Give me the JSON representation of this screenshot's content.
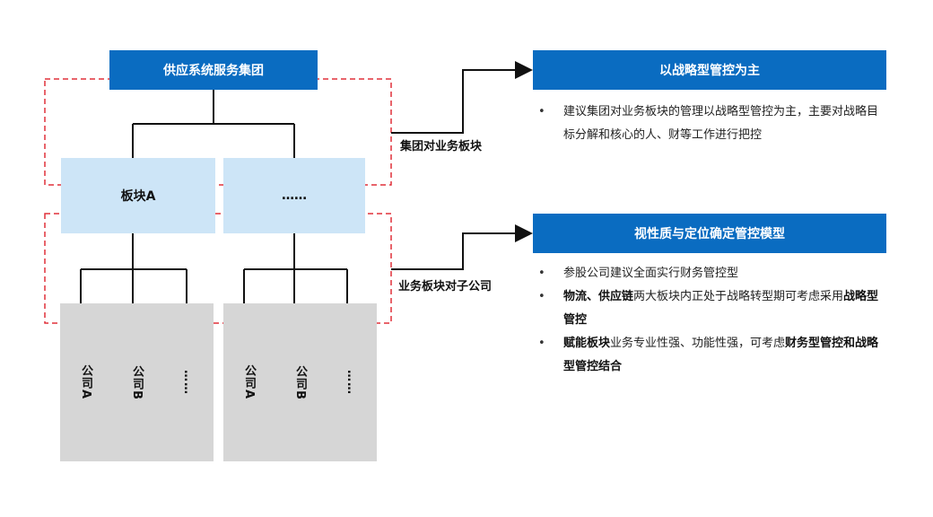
{
  "org": {
    "group": "供应系统服务集团",
    "segments": [
      "板块A",
      "……"
    ],
    "companies": [
      "公司A",
      "公司B",
      "……",
      "公司A",
      "公司B",
      "……"
    ]
  },
  "links": {
    "group_to_segment": "集团对业务板块",
    "segment_to_company": "业务板块对子公司"
  },
  "panel1": {
    "title": "以战略型管控为主",
    "bullet1": "建议集团对业务板块的管理以战略型管控为主，主要对战略目标分解和核心的人、财等工作进行把控"
  },
  "panel2": {
    "title": "视性质与定位确定管控模型",
    "bullet1": "参股公司建议全面实行财务管控型",
    "bullet2_b1": "物流、供应链",
    "bullet2_t1": "两大板块内正处于战略转型期可考虑采用",
    "bullet2_b2": "战略型管控",
    "bullet3_b1": "赋能板块",
    "bullet3_t1": "业务专业性强、功能性强，可考虑",
    "bullet3_b2": "财务型管控和战略型管控结合"
  }
}
